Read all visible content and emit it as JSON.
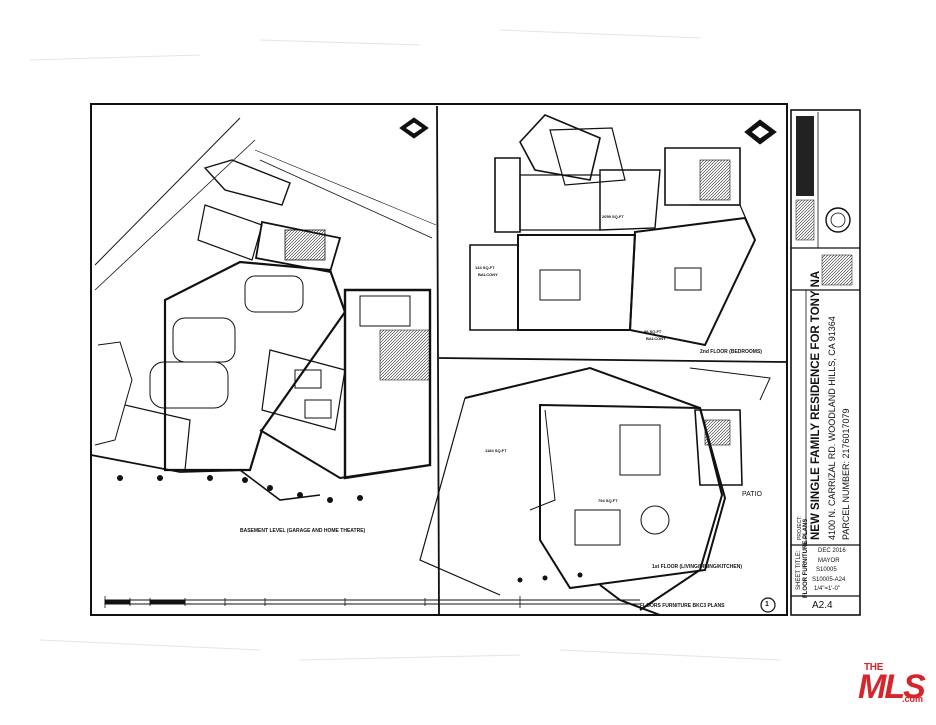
{
  "plan": {
    "basement_title": "BASEMENT LEVEL (GARAGE AND HOME THEATRE)",
    "second_floor_title": "2nd FLOOR (BEDROOMS)",
    "first_floor_title": "1st FLOOR (LIVING/DINING/KITCHEN)",
    "plans_title": "FLOORS FURNITURE BKC3 PLANS",
    "plan_number": "1",
    "patio_label": "PATIO",
    "balcony_left": "BALCONY",
    "balcony_right": "BALCONY",
    "balcony_area_left": "134 SQ.FT",
    "balcony_area_right": "98 SQ.FT",
    "upper_area": "2059 SQ.FT",
    "first_area": "1184 SQ.FT",
    "first_area_b": "794 SQ.FT"
  },
  "title_block": {
    "sheet_title_label": "SHEET TITLE:",
    "sheet_title": "FLOOR FURNITURE PLANS",
    "project_label": "PROJECT:",
    "project_name": "NEW SINGLE FAMILY RESIDENCE FOR TONY NA",
    "address": "4100 N. CARRIZAL RD. WOODLAND HILLS, CA 91364",
    "parcel": "PARCEL NUMBER: 2176017079",
    "date": "DEC 2016",
    "drawn_by": "MAYOR",
    "job_no": "S10005",
    "file": "S10005-A24",
    "scale": "1/4\"=1'-0\"",
    "sheet_number": "A2.4"
  },
  "branding": {
    "the": "THE",
    "mls": "MLS",
    "com": ".com",
    "color": "#d6252b"
  }
}
